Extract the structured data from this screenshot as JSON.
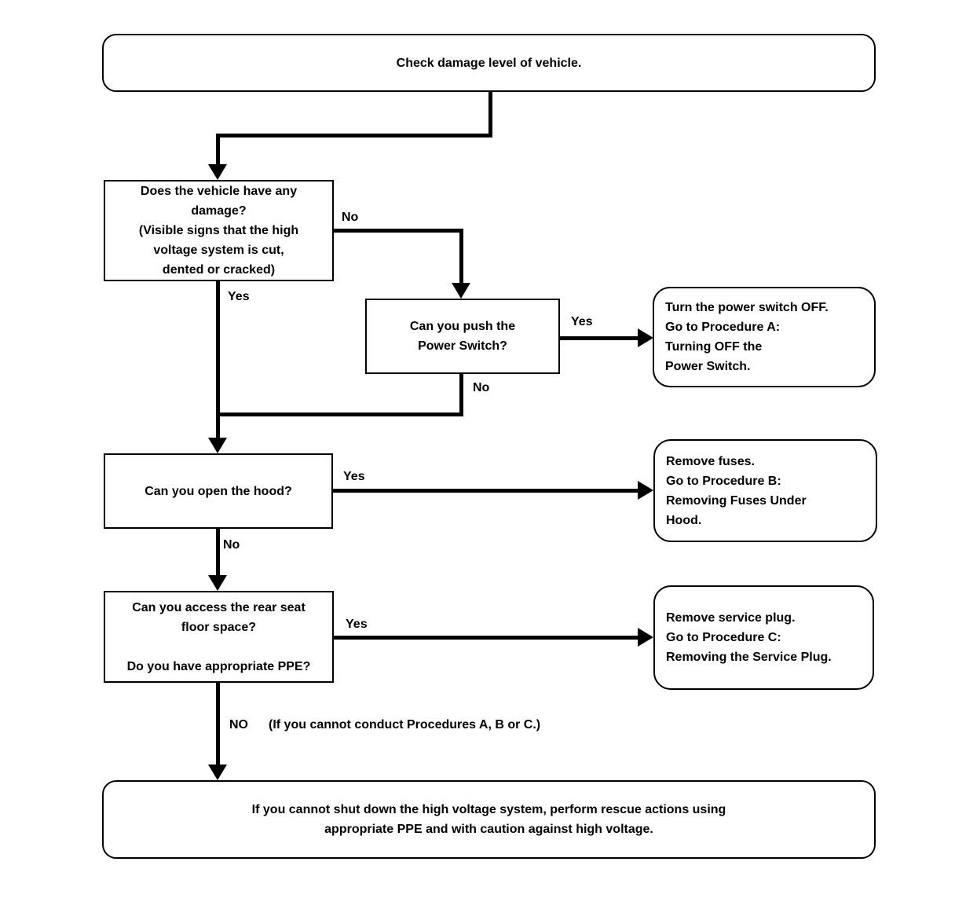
{
  "diagram": {
    "title_node": "Check damage level of vehicle.",
    "colors": {
      "line": "#000000",
      "background": "#ffffff",
      "box_fill": "#ffffff"
    }
  },
  "nodes": {
    "start": {
      "type": "terminal",
      "lines": [
        "Check damage level of vehicle."
      ]
    },
    "damage_question": {
      "type": "decision",
      "lines": [
        "Does the vehicle have any",
        "damage?",
        "(Visible signs that the high",
        "voltage system is cut,",
        "dented or cracked)"
      ]
    },
    "power_switch_question": {
      "type": "decision",
      "lines": [
        "Can you push the",
        "Power Switch?"
      ]
    },
    "procedure_a": {
      "type": "terminal",
      "lines": [
        "Turn the power switch OFF.",
        "Go to Procedure A:",
        "Turning OFF the",
        "Power Switch."
      ]
    },
    "hood_question": {
      "type": "decision",
      "lines": [
        "Can you open the hood?"
      ]
    },
    "procedure_b": {
      "type": "terminal",
      "lines": [
        "Remove fuses.",
        "Go to Procedure B:",
        "Removing Fuses Under",
        "Hood."
      ]
    },
    "rear_seat_question": {
      "type": "decision",
      "lines": [
        "Can you access the rear seat",
        "floor space?",
        "",
        "Do you have appropriate PPE?"
      ]
    },
    "procedure_c": {
      "type": "terminal",
      "lines": [
        "Remove service plug.",
        "Go to Procedure C:",
        "Removing the Service Plug."
      ]
    },
    "fallback": {
      "type": "terminal",
      "lines": [
        "If you cannot shut down the high voltage system, perform rescue actions using",
        "appropriate PPE and with caution against high voltage."
      ]
    }
  },
  "edge_labels": {
    "damage_no": "No",
    "damage_yes": "Yes",
    "power_switch_yes": "Yes",
    "power_switch_no": "No",
    "hood_yes": "Yes",
    "hood_no": "No",
    "rear_seat_yes": "Yes",
    "rear_seat_no": "NO",
    "rear_seat_no_note": "(If you cannot conduct Procedures A, B or C.)"
  }
}
